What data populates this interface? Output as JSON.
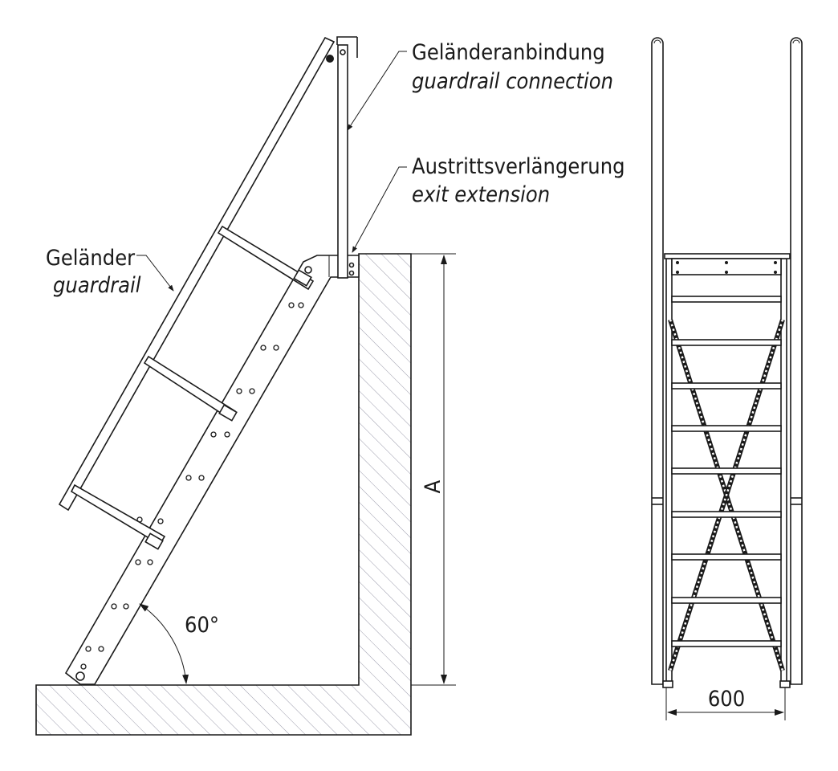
{
  "labels": {
    "guardrail_de": "Geländer",
    "guardrail_en": "guardrail",
    "guardrail_connection_de": "Geländeranbindung",
    "guardrail_connection_en": "guardrail connection",
    "exit_extension_de": "Austrittsverlängerung",
    "exit_extension_en": "exit extension"
  },
  "dimensions": {
    "height_label": "A",
    "angle_label": "60°",
    "width_label": "600"
  },
  "colors": {
    "line": "#1a1a1a",
    "hatch": "#9a9aaa"
  }
}
